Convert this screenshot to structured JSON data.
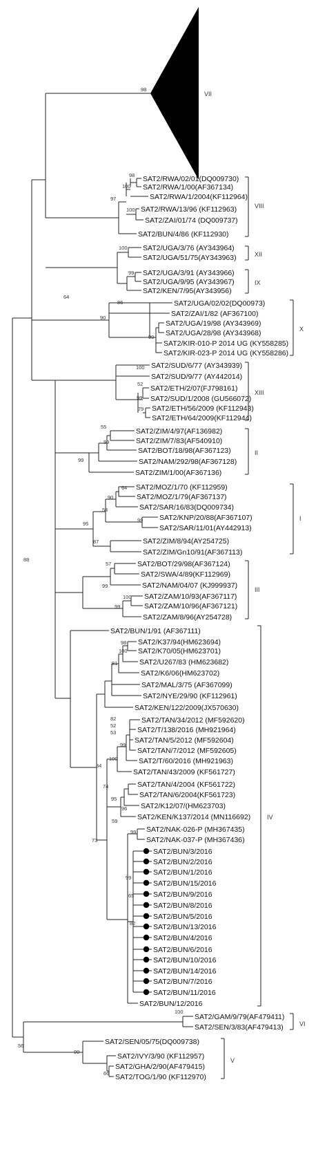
{
  "diagram": {
    "type": "phylogenetic-tree",
    "collapsed_clade": {
      "label": "VII",
      "bootstrap": "98",
      "color": "#000000"
    },
    "groups": [
      {
        "id": "VIII",
        "label": "VIII"
      },
      {
        "id": "XII",
        "label": "XII"
      },
      {
        "id": "IX",
        "label": "IX"
      },
      {
        "id": "X",
        "label": "X"
      },
      {
        "id": "XIII",
        "label": "XIII"
      },
      {
        "id": "II",
        "label": "II"
      },
      {
        "id": "I",
        "label": "I"
      },
      {
        "id": "III",
        "label": "III"
      },
      {
        "id": "IV",
        "label": "IV"
      },
      {
        "id": "VI",
        "label": "VI"
      },
      {
        "id": "V",
        "label": "V"
      }
    ],
    "taxa": [
      "SAT2/RWA/02/01(DQ009730)",
      "SAT2/RWA/1/00(AF367134)",
      "SAT2/RWA/1/2004(KF112964)",
      "SAT2/RWA/13/96 (KF112963)",
      "SAT2/ZAI/01/74 (DQ009737)",
      "SAT2/BUN/4/86 (KF112930)",
      "SAT2/UGA/3/76 (AY343964)",
      "SAT2/UGA/51/75(AY343963)",
      "SAT2/UGA/3/91 (AY343966)",
      "SAT2/UGA/9/95 (AY343967)",
      "SAT2/KEN/7/95(AY343956)",
      "SAT2/UGA/02/02(DQ00973)",
      "SAT2/ZAI/1/82 (AF367100)",
      "SAT2/UGA/19/98 (AY343969)",
      "SAT2/UGA/28/98 (AY343968)",
      "SAT2/KIR-010-P 2014 UG (KY558285)",
      "SAT2/KIR-023-P 2014 UG (KY558286)",
      "SAT2/SUD/6/77 (AY343939)",
      "SAT2/SUD/9/77 (AY442014)",
      "SAT2/ETH/2/07(FJ798161)",
      "SAT2/SUD/1/2008 (GU566072)",
      "SAT2/ETH/56/2009 (KF112943)",
      "SAT2/ETH/64/2009(KF112944)",
      "SAT2/ZIM/4/97(AF136982)",
      "SAT2/ZIM/7/83(AF540910)",
      "SAT2/BOT/18/98(AF367123)",
      "SAT2/NAM/292/98(AF367128)",
      "SAT2/ZIM/1/00(AF367136)",
      "SAT2/MOZ/1/70 (KF112959)",
      "SAT2/MOZ/1/79(AF367137)",
      "SAT2/SAR/16/83(DQ009734)",
      "SAT2/KNP/20/88(AF367107)",
      "SAT2/SAR/11/01(AY442913)",
      "SAT2/ZIM/8/94(AY254725)",
      "SAT2/ZIM/Gn10/91(AF367113)",
      "SAT2/BOT/29/98(AF367124)",
      "SAT2/SWA/4/89(KF112969)",
      "SAT2/NAM/04/07 (KJ999937)",
      "SAT2/ZAM/10/93(AF367117)",
      "SAT2/ZAM/10/96(AF367121)",
      "SAT2/ZAM/8/96(AY254728)",
      "SAT2/BUN/1/91 (AF367111)",
      "SAT2/K37/94(HM623694)",
      "SAT2/K70/05(HM623701)",
      "SAT2/U267/83 (HM623682)",
      "SAT2/K6/06(HM623702)",
      "SAT2/MAL/3/75 (AF367099)",
      "SAT2/NYE/29/90 (KF112961)",
      "SAT2/KEN/122/2009(JX570630)",
      "SAT2/TAN/34/2012 (MF592620)",
      "SAT2/T/138/2016 (MH921964)",
      "SAT2/TAN/5/2012 (MF592604)",
      "SAT2/TAN/7/2012 (MF592605)",
      "SAT2/T/60/2016 (MH921963)",
      "SAT2/TAN/43/2009 (KF561727)",
      "SAT2/TAN/4/2004 (KF561722)",
      "SAT2/TAN/6/2004(KF561723)",
      "SAT2/K12/07/(HM623703)",
      "SAT2/KEN/K137/2014 (MN116692)",
      "SAT2/NAK-026-P (MH367435)",
      "SAT2/NAK-037-P (MH367436)",
      "SAT2/BUN/3/2016",
      "SAT2/BUN/2/2016",
      "SAT2/BUN/1/2016",
      "SAT2/BUN/15/2016",
      "SAT2/BUN/9/2016",
      "SAT2/BUN/8/2016",
      "SAT2/BUN/5/2016",
      "SAT2/BUN/13/2016",
      "SAT2/BUN/4/2016",
      "SAT2/BUN/6/2016",
      "SAT2/BUN/10/2016",
      "SAT2/BUN/14/2016",
      "SAT2/BUN/7/2016",
      "SAT2/BUN/11/2016",
      "SAT2/BUN/12/2016",
      "SAT2/GAM/9/79(AF479411)",
      "SAT2/SEN/3/83(AF479413)",
      "SAT2/SEN/05/75(DQ009738)",
      "SAT2/IVY/3/90 (KF112957)",
      "SAT2/GHA/2/90(AF479415)",
      "SAT2/TOG/1/90 (KF112970)"
    ],
    "bootstrap_values": [
      "98",
      "100",
      "97",
      "100",
      "64",
      "86",
      "90",
      "99",
      "100",
      "99",
      "100",
      "52",
      "99",
      "79",
      "55",
      "99",
      "99",
      "64",
      "90",
      "54",
      "99",
      "95",
      "87",
      "88",
      "57",
      "99",
      "100",
      "99",
      "98",
      "100",
      "81",
      "82",
      "52",
      "53",
      "99",
      "100",
      "84",
      "74",
      "95",
      "96",
      "59",
      "73",
      "99",
      "99",
      "65",
      "82",
      "100",
      "56",
      "99",
      "66"
    ],
    "marker_color": "#000000"
  }
}
